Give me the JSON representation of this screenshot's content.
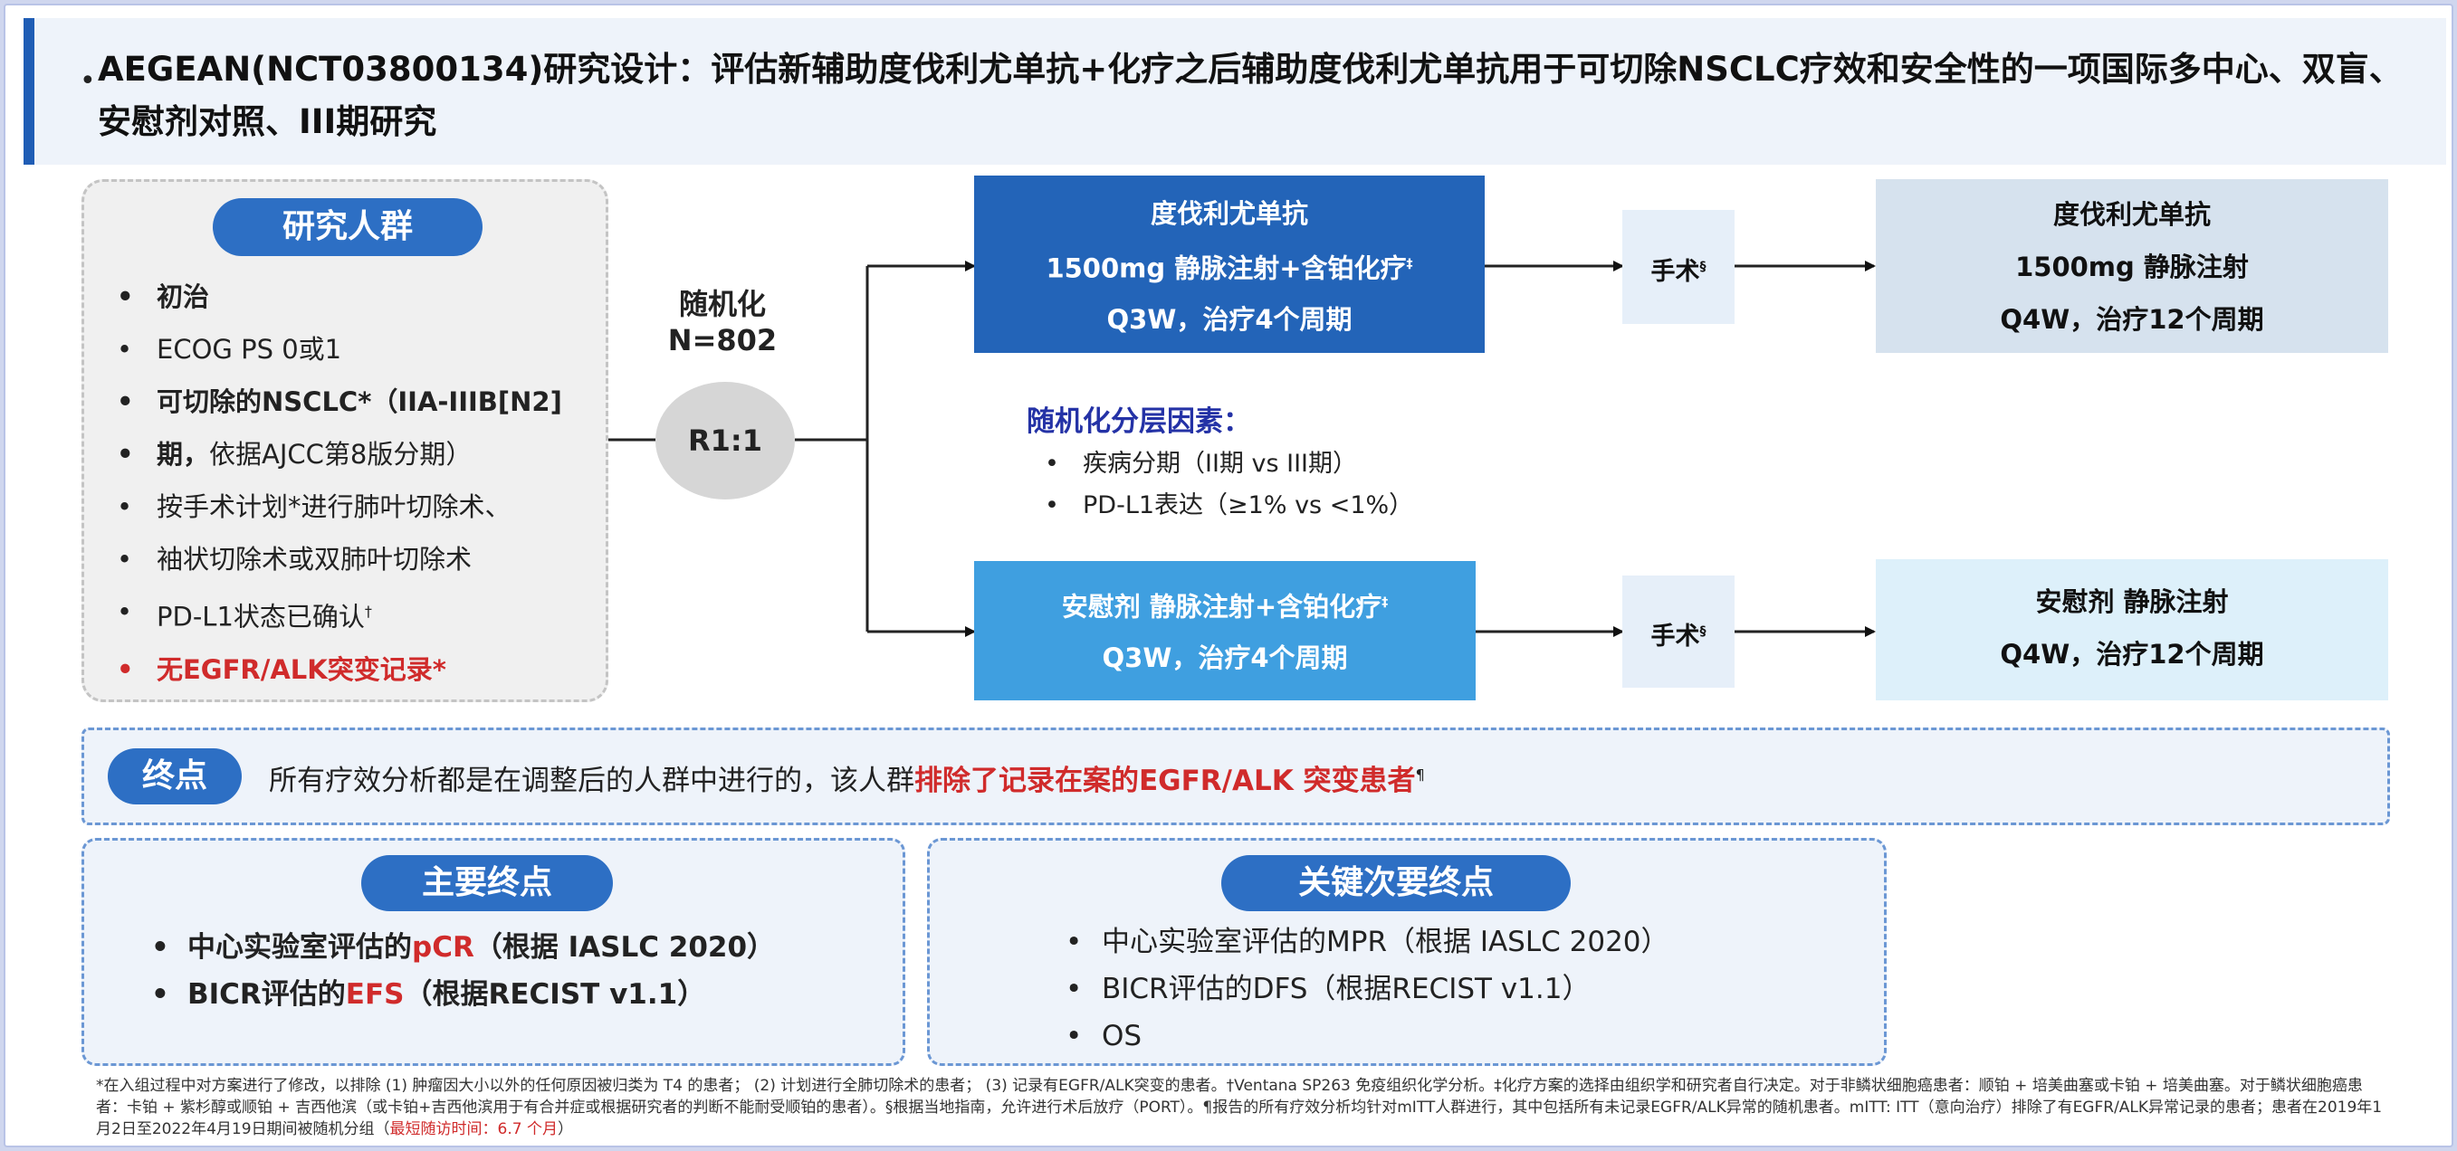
{
  "title": {
    "bullet": "•",
    "text": "AEGEAN(NCT03800134)研究设计：评估新辅助度伐利尤单抗+化疗之后辅助度伐利尤单抗用于可切除NSCLC疗效和安全性的一项国际多中心、双盲、安慰剂对照、III期研究"
  },
  "population": {
    "heading": "研究人群",
    "items": [
      {
        "text": "初治"
      },
      {
        "text": "ECOG PS 0或1"
      },
      {
        "bold": "可切除的NSCLC*",
        "rest": "（IIA-IIIB[N2]"
      },
      {
        "bold": "期，",
        "rest": "依据AJCC第8版分期）"
      },
      {
        "text": "按手术计划*进行肺叶切除术、"
      },
      {
        "text": "袖状切除术或双肺叶切除术"
      },
      {
        "text": "PD-L1状态已确认",
        "sup": "†"
      },
      {
        "text": "无EGFR/ALK突变记录*"
      }
    ]
  },
  "randomization": {
    "label_line1": "随机化",
    "label_line2": "N=802",
    "ratio": "R1:1"
  },
  "arms": {
    "top": {
      "line1": "度伐利尤单抗",
      "line2": "1500mg 静脉注射+含铂化疗",
      "line2_sup": "‡",
      "line3": "Q3W，治疗4个周期",
      "surgery": "手术",
      "surgery_sup": "§",
      "maint_line1": "度伐利尤单抗",
      "maint_line2": "1500mg 静脉注射",
      "maint_line3": "Q4W，治疗12个周期"
    },
    "bottom": {
      "line1": "安慰剂 静脉注射+含铂化疗",
      "line1_sup": "‡",
      "line2": "Q3W，治疗4个周期",
      "surgery": "手术",
      "surgery_sup": "§",
      "maint_line1": "安慰剂 静脉注射",
      "maint_line2": "Q4W，治疗12个周期"
    }
  },
  "stratification": {
    "title": "随机化分层因素：",
    "items": [
      "疾病分期（II期 vs III期）",
      "PD-L1表达（≥1% vs <1%）"
    ]
  },
  "endpoints": {
    "label": "终点",
    "text_normal": "所有疗效分析都是在调整后的人群中进行的，该人群",
    "text_highlight": "排除了记录在案的EGFR/ALK 突变患者",
    "text_sup": "¶",
    "primary": {
      "heading": "主要终点",
      "items": [
        {
          "pre": "中心实验室评估的",
          "red": "pCR",
          "post": "（根据 IASLC 2020）"
        },
        {
          "pre": "BICR评估的",
          "red": "EFS",
          "post": "（根据RECIST v1.1）"
        }
      ]
    },
    "secondary": {
      "heading": "关键次要终点",
      "items": [
        "中心实验室评估的MPR（根据 IASLC 2020）",
        "BICR评估的DFS（根据RECIST v1.1）",
        "OS"
      ]
    }
  },
  "footnote": {
    "text": "*在入组过程中对方案进行了修改，以排除 (1) 肿瘤因大小以外的任何原因被归类为 T4 的患者； (2) 计划进行全肺切除术的患者； (3) 记录有EGFR/ALK突变的患者。†Ventana SP263 免疫组织化学分析。‡化疗方案的选择由组织学和研究者自行决定。对于非鳞状细胞癌患者：顺铂 + 培美曲塞或卡铂 + 培美曲塞。对于鳞状细胞癌患者：卡铂 + 紫杉醇或顺铂 + 吉西他滨（或卡铂+吉西他滨用于有合并症或根据研究者的判断不能耐受顺铂的患者）。§根据当地指南，允许进行术后放疗（PORT）。¶报告的所有疗效分析均针对mITT人群进行，其中包括所有未记录EGFR/ALK异常的随机患者。mITT: ITT（意向治疗）排除了有EGFR/ALK异常记录的患者；患者在2019年1月2日至2022年4月19日期间被随机分组（",
    "highlight": "最短随访时间：6.7 个月",
    "end": "）"
  },
  "colors": {
    "accent_blue": "#2d6fc4",
    "arm_top": "#2364b8",
    "arm_bottom": "#3f9fe0",
    "maint_top": "#d6e2ee",
    "maint_bottom": "#ddf0fa",
    "highlight_red": "#d02b2b",
    "strat_title": "#2432a6"
  }
}
